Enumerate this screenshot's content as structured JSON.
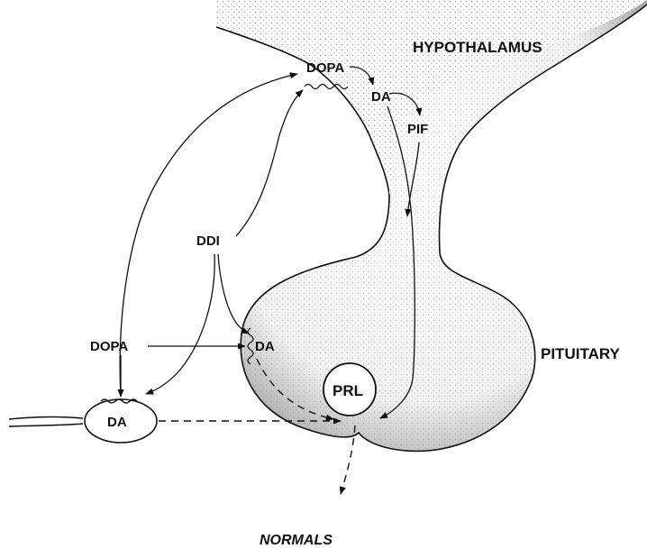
{
  "labels": {
    "hypothalamus": "HYPOTHALAMUS",
    "pituitary": "PITUITARY",
    "dopa_top": "DOPA",
    "da_top": "DA",
    "pif": "PIF",
    "ddi": "DDI",
    "dopa_left": "DOPA",
    "da_mid": "DA",
    "da_cell": "DA",
    "prl": "PRL",
    "caption": "NORMALS"
  }
}
